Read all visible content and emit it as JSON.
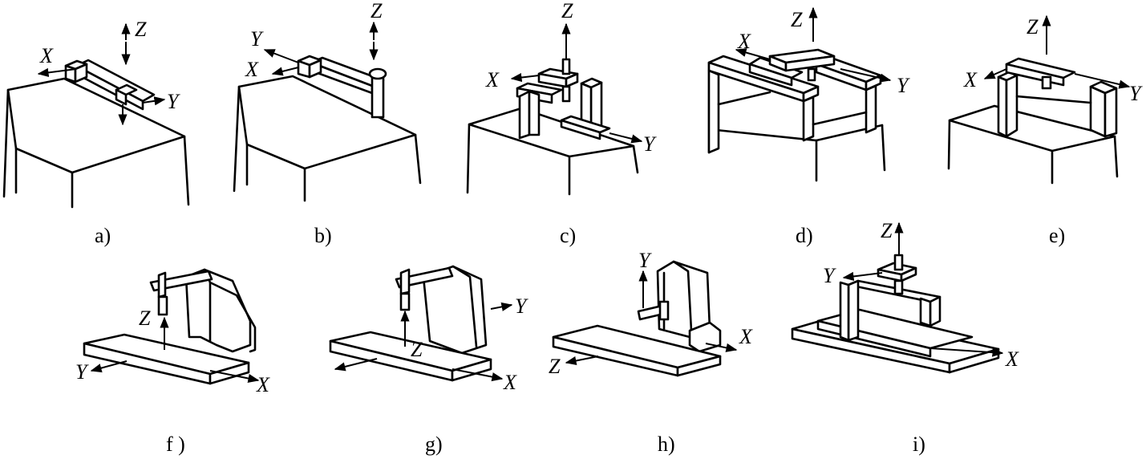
{
  "panels": [
    {
      "id": "a",
      "caption": "a)",
      "axes": [
        "X",
        "Y",
        "Z"
      ]
    },
    {
      "id": "b",
      "caption": "b)",
      "axes": [
        "X",
        "Y",
        "Z"
      ]
    },
    {
      "id": "c",
      "caption": "c)",
      "axes": [
        "X",
        "Y",
        "Z"
      ]
    },
    {
      "id": "d",
      "caption": "d)",
      "axes": [
        "X",
        "Y",
        "Z"
      ]
    },
    {
      "id": "e",
      "caption": "e)",
      "axes": [
        "X",
        "Y",
        "Z"
      ]
    },
    {
      "id": "f",
      "caption": "f )",
      "axes": [
        "X",
        "Y",
        "Z"
      ]
    },
    {
      "id": "g",
      "caption": "g)",
      "axes": [
        "X",
        "Y",
        "Z"
      ]
    },
    {
      "id": "h",
      "caption": "h)",
      "axes": [
        "X",
        "Y",
        "Z"
      ]
    },
    {
      "id": "i",
      "caption": "i)",
      "axes": [
        "X",
        "Y",
        "Z"
      ]
    }
  ]
}
